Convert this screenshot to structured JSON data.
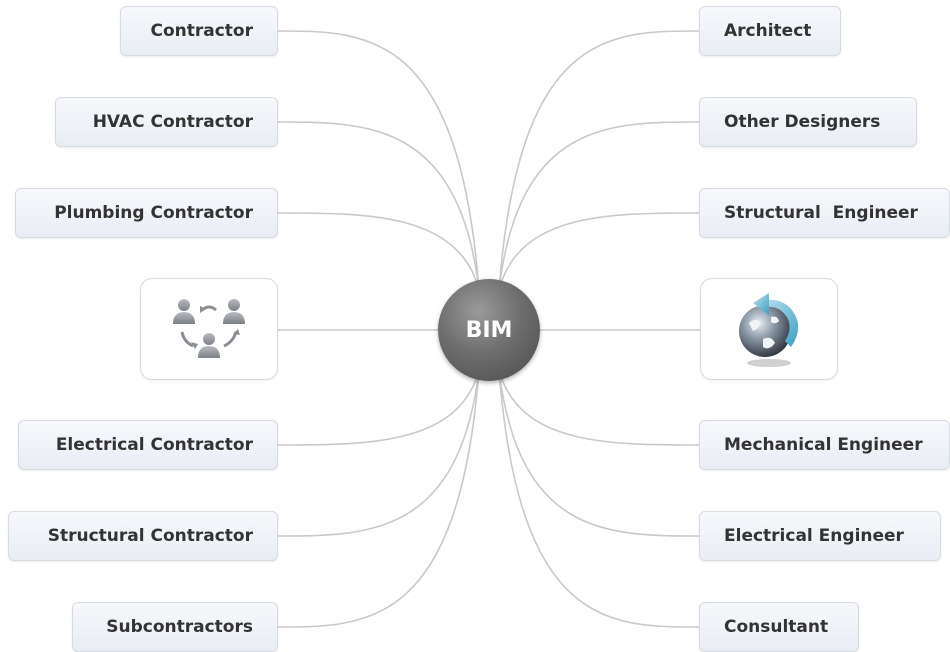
{
  "hub": {
    "label": "BIM"
  },
  "left_nodes": [
    {
      "label": "Contractor"
    },
    {
      "label": "HVAC Contractor"
    },
    {
      "label": "Plumbing Contractor"
    },
    {
      "label": "Electrical Contractor"
    },
    {
      "label": "Structural Contractor"
    },
    {
      "label": "Subcontractors"
    }
  ],
  "right_nodes": [
    {
      "label": "Architect"
    },
    {
      "label": "Other Designers"
    },
    {
      "label": "Structural  Engineer"
    },
    {
      "label": "Mechanical Engineer"
    },
    {
      "label": "Electrical Engineer"
    },
    {
      "label": "Consultant"
    }
  ],
  "icons": {
    "left": "people-collaboration-icon",
    "right": "globe-refresh-icon"
  },
  "colors": {
    "node_border": "#d6dae2",
    "node_fill": "#eef1f6",
    "connector": "#c9c9c9",
    "hub": "#6e6e6e",
    "text": "#333333"
  }
}
